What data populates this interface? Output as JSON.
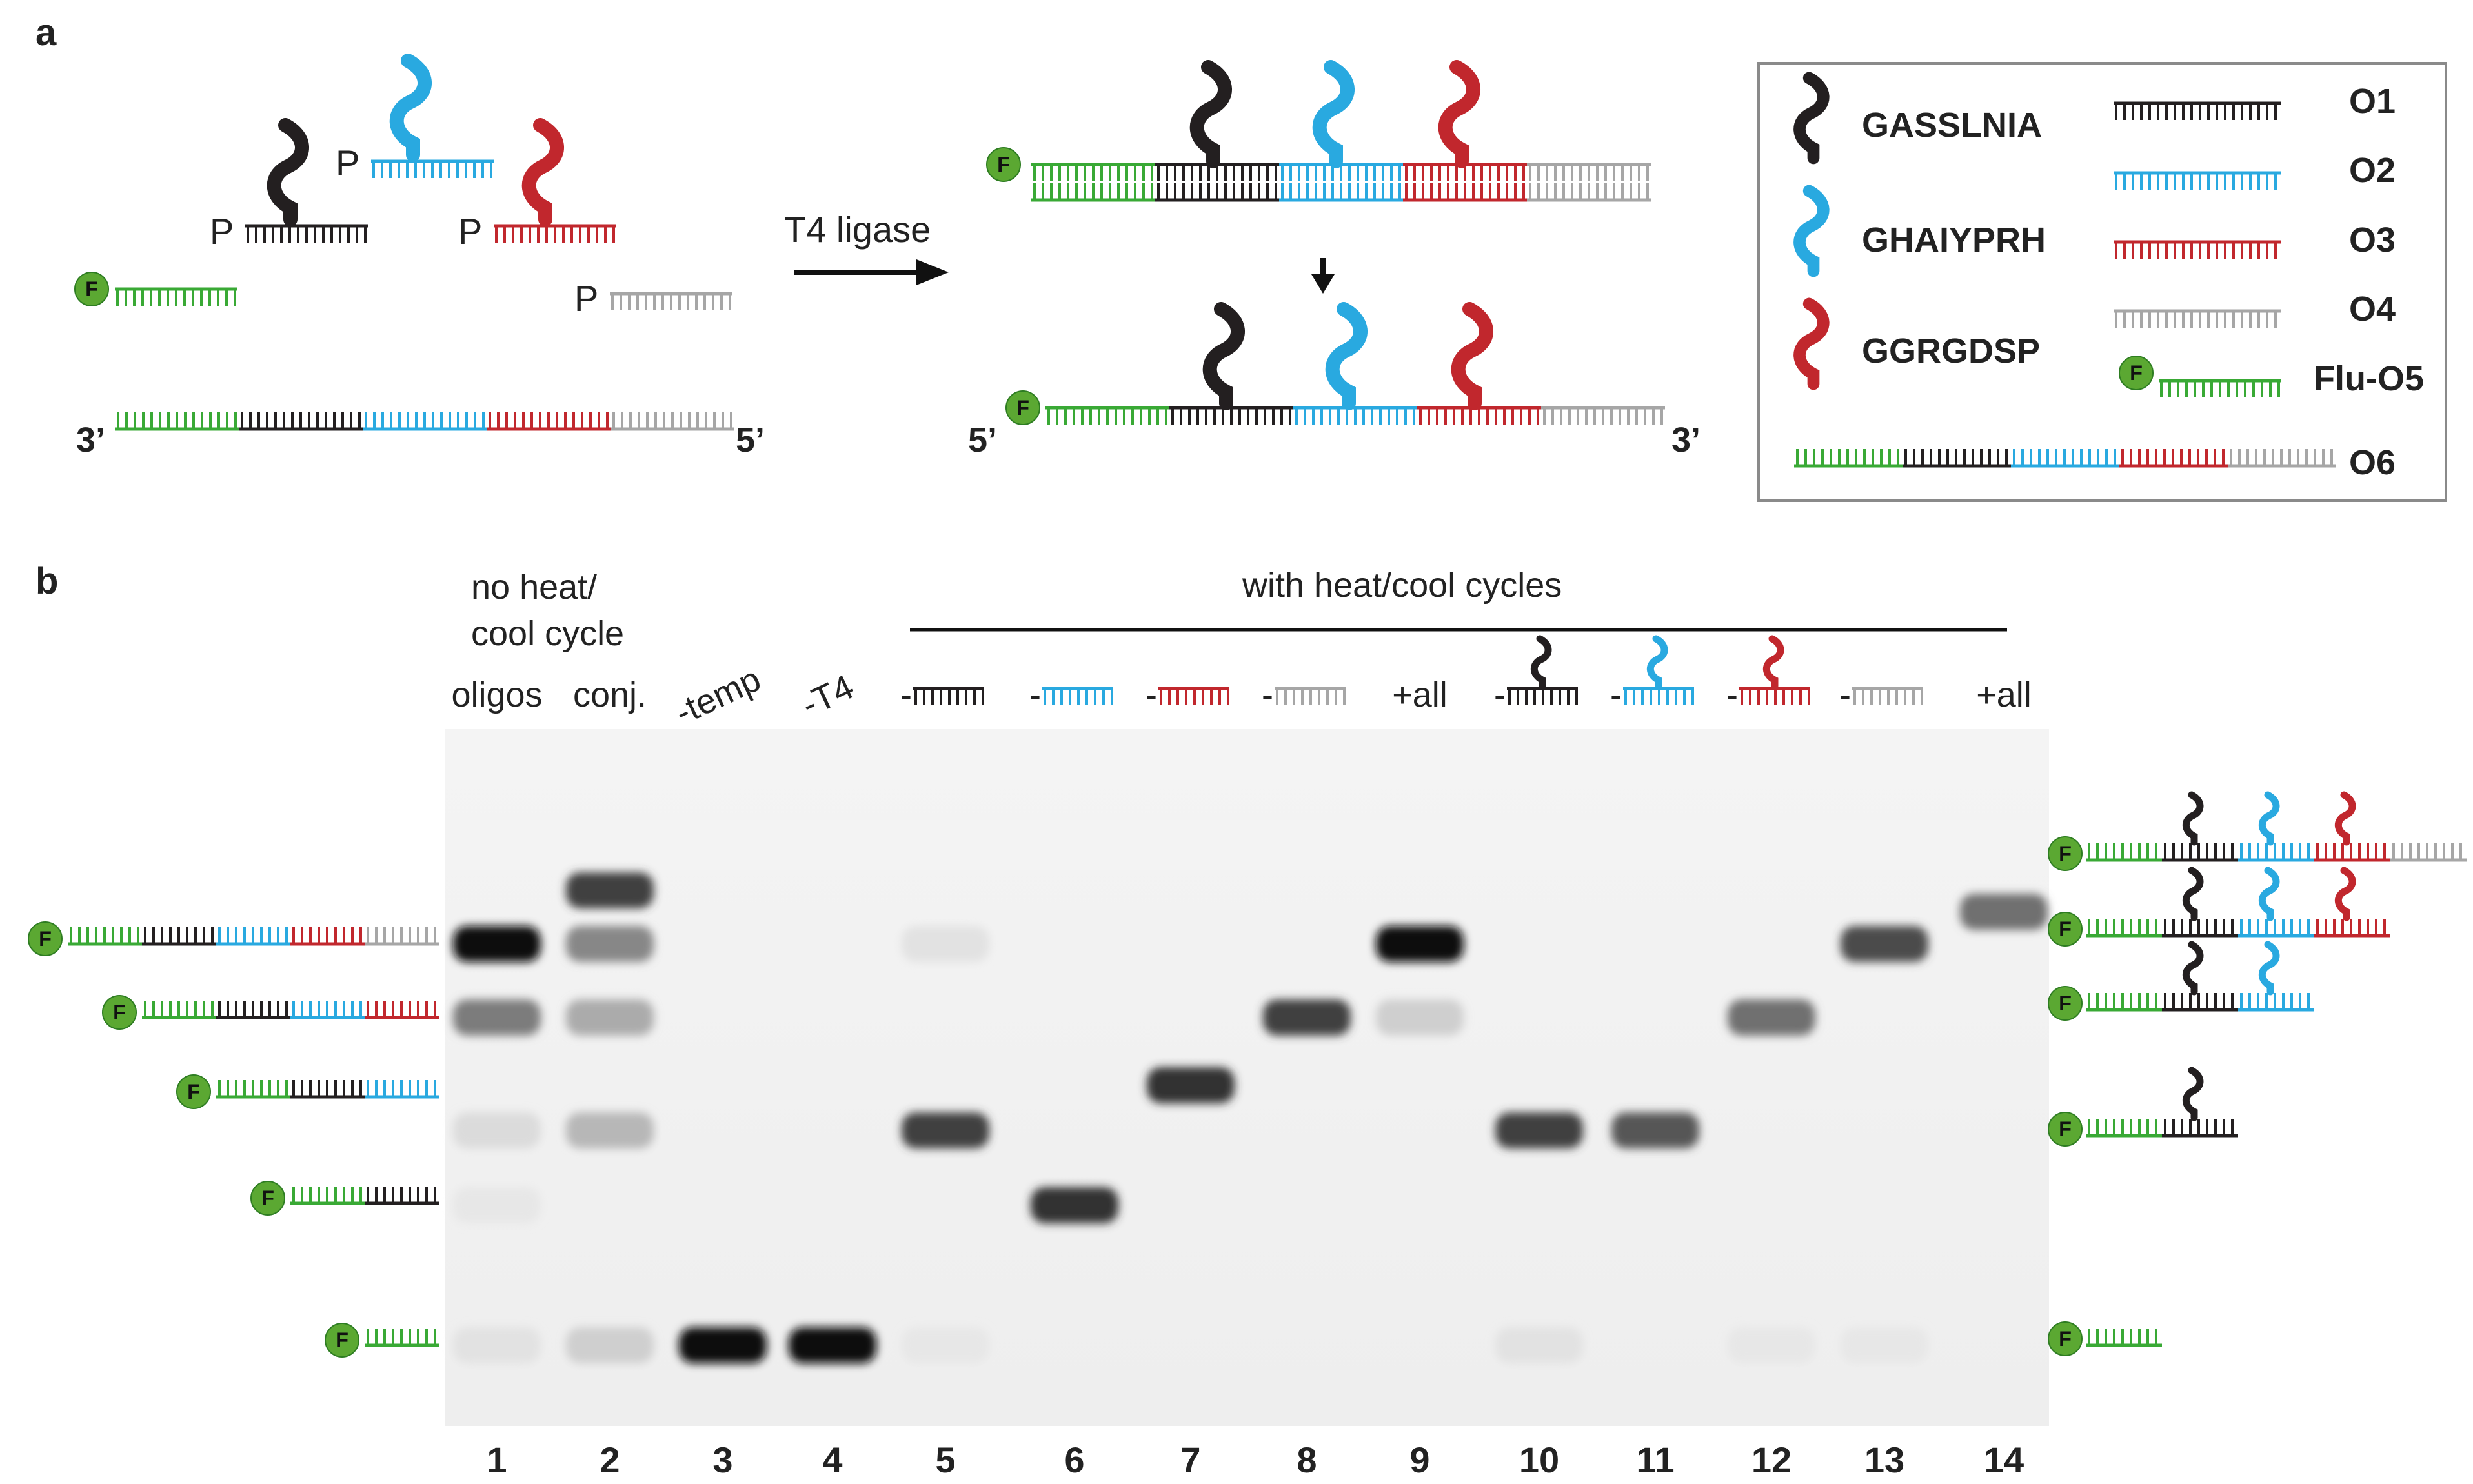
{
  "panel_labels": {
    "a": "a",
    "b": "b"
  },
  "colors": {
    "black": "#231f20",
    "blue": "#29a9e0",
    "red": "#c1272d",
    "gray": "#a6a6a6",
    "green": "#39a935",
    "fluor": "#5ba832"
  },
  "panel_a": {
    "phosphate_label": "P",
    "fluor_label": "F",
    "end3": "3’",
    "end5": "5’",
    "arrow_label": "T4 ligase"
  },
  "legend": {
    "peptides": [
      {
        "name": "GASSLNIA",
        "color": "black"
      },
      {
        "name": "GHAIYPRH",
        "color": "blue"
      },
      {
        "name": "GGRGDSP",
        "color": "red"
      }
    ],
    "oligos": [
      {
        "name": "O1",
        "color": "black"
      },
      {
        "name": "O2",
        "color": "blue"
      },
      {
        "name": "O3",
        "color": "red"
      },
      {
        "name": "O4",
        "color": "gray"
      },
      {
        "name": "Flu-O5",
        "color": "green"
      },
      {
        "name": "O6",
        "color": "full"
      }
    ]
  },
  "panel_b": {
    "group_no_heat": "no heat/",
    "group_no_heat_2": "cool cycle",
    "group_heat": "with heat/cool cycles",
    "lane_headers": [
      "oligos",
      "conj.",
      "-temp",
      "-T4",
      "-",
      "-",
      "-",
      "-",
      "+all",
      "-",
      "-",
      "-",
      "-",
      "+all"
    ],
    "lane_numbers": [
      "1",
      "2",
      "3",
      "4",
      "5",
      "6",
      "7",
      "8",
      "9",
      "10",
      "11",
      "12",
      "13",
      "14"
    ],
    "bands": [
      {
        "lane": 1,
        "level": 1,
        "intensity": 1.0
      },
      {
        "lane": 1,
        "level": 2,
        "intensity": 0.55
      },
      {
        "lane": 1,
        "level": 3,
        "intensity": 0.15
      },
      {
        "lane": 1,
        "level": 4,
        "intensity": 0.1
      },
      {
        "lane": 1,
        "level": 5,
        "intensity": 0.12
      },
      {
        "lane": 2,
        "level": 0,
        "intensity": 0.8
      },
      {
        "lane": 2,
        "level": 1,
        "intensity": 0.5
      },
      {
        "lane": 2,
        "level": 2,
        "intensity": 0.35
      },
      {
        "lane": 2,
        "level": 3,
        "intensity": 0.3
      },
      {
        "lane": 2,
        "level": 5,
        "intensity": 0.2
      },
      {
        "lane": 3,
        "level": 5,
        "intensity": 1.0
      },
      {
        "lane": 4,
        "level": 5,
        "intensity": 1.0
      },
      {
        "lane": 5,
        "level": 3,
        "intensity": 0.8
      },
      {
        "lane": 5,
        "level": 1,
        "intensity": 0.12
      },
      {
        "lane": 5,
        "level": 5,
        "intensity": 0.1
      },
      {
        "lane": 6,
        "level": 4,
        "intensity": 0.85
      },
      {
        "lane": 7,
        "level": 2.6,
        "intensity": 0.85
      },
      {
        "lane": 8,
        "level": 2,
        "intensity": 0.8
      },
      {
        "lane": 9,
        "level": 1,
        "intensity": 1.0
      },
      {
        "lane": 9,
        "level": 2,
        "intensity": 0.2
      },
      {
        "lane": 10,
        "level": 3,
        "intensity": 0.8
      },
      {
        "lane": 10,
        "level": 5,
        "intensity": 0.12
      },
      {
        "lane": 11,
        "level": 3,
        "intensity": 0.7
      },
      {
        "lane": 12,
        "level": 2,
        "intensity": 0.6
      },
      {
        "lane": 12,
        "level": 5,
        "intensity": 0.1
      },
      {
        "lane": 13,
        "level": 1,
        "intensity": 0.75
      },
      {
        "lane": 13,
        "level": 5,
        "intensity": 0.1
      },
      {
        "lane": 14,
        "level": 0.4,
        "intensity": 0.6
      }
    ]
  }
}
